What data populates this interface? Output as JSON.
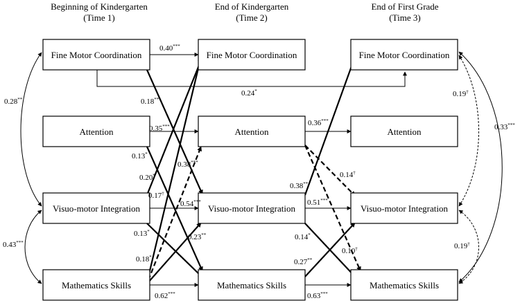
{
  "headers": [
    {
      "line1": "Beginning of Kindergarten",
      "line2": "(Time 1)"
    },
    {
      "line1": "End of Kindergarten",
      "line2": "(Time 2)"
    },
    {
      "line1": "End of First Grade",
      "line2": "(Time 3)"
    }
  ],
  "nodes": {
    "fine_motor": "Fine Motor Coordination",
    "attention": "Attention",
    "visuo_motor": "Visuo-motor Integration",
    "math": "Mathematics Skills"
  },
  "labels": {
    "fm1_fm2": {
      "value": "0.40",
      "sig": "***"
    },
    "fm1_fm3": {
      "value": "0.24",
      "sig": "*"
    },
    "fm1_vm2": {
      "value": "0.18",
      "sig": "**"
    },
    "fm1_vm1_cov": {
      "value": "0.28",
      "sig": "**"
    },
    "vm1_ma1_cov": {
      "value": "0.43",
      "sig": "***"
    },
    "at1_at2": {
      "value": "0.35",
      "sig": "***"
    },
    "at1_ma2": {
      "value": "0.13",
      "sig": "*"
    },
    "at1_ma2_b": {
      "value": "0.38",
      "sig": "***"
    },
    "vm1_fm2": {
      "value": "0.20",
      "sig": "*"
    },
    "vm1_at2": {
      "value": "0.17",
      "sig": "†"
    },
    "vm1_vm2": {
      "value": "0.54",
      "sig": "***"
    },
    "vm1_ma2": {
      "value": "0.23",
      "sig": "**"
    },
    "ma1_x_a": {
      "value": "0.13",
      "sig": "*"
    },
    "ma1_x_b": {
      "value": "0.18",
      "sig": "*"
    },
    "ma1_ma2": {
      "value": "0.62",
      "sig": "***"
    },
    "at2_at3": {
      "value": "0.36",
      "sig": "***"
    },
    "at2_vm3": {
      "value": "0.14",
      "sig": "†"
    },
    "at2_ma3": {
      "value": "0.10",
      "sig": "†"
    },
    "vm2_fm3": {
      "value": "0.38",
      "sig": "**"
    },
    "vm2_vm3": {
      "value": "0.51",
      "sig": "***"
    },
    "vm2_ma3": {
      "value": "0.14",
      "sig": "*"
    },
    "ma2_vm3": {
      "value": "0.27",
      "sig": "**"
    },
    "ma2_ma3": {
      "value": "0.63",
      "sig": "***"
    },
    "fm3_vm3_cov": {
      "value": "0.19",
      "sig": "†"
    },
    "fm3_ma3_cov": {
      "value": "0.33",
      "sig": "***"
    },
    "vm3_ma3_cov": {
      "value": "0.19",
      "sig": "†"
    }
  }
}
